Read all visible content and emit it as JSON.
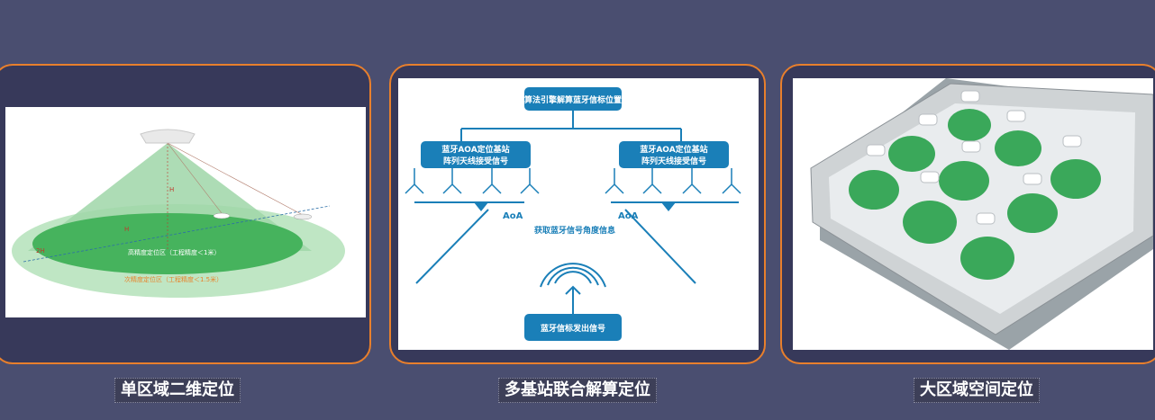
{
  "captions": {
    "single_area": "单区域二维定位",
    "multi_station": "多基站联合解算定位",
    "large_area": "大区域空间定位"
  },
  "diagram1": {
    "label_h": "H",
    "label_2h": "2H",
    "high_precision": "高精度定位区（工程精度＜1米）",
    "low_precision": "次精度定位区（工程精度＜1.5米）"
  },
  "diagram2": {
    "engine": "算法引擎解算蓝牙信标位置",
    "station_left_line1": "蓝牙AOA定位基站",
    "station_left_line2": "阵列天线接受信号",
    "station_right_line1": "蓝牙AOA定位基站",
    "station_right_line2": "阵列天线接受信号",
    "aoa_left": "AoA",
    "aoa_right": "AoA",
    "angle_info": "获取蓝牙信号角度信息",
    "beacon": "蓝牙信标发出信号"
  },
  "colors": {
    "page_bg": "#4a4e70",
    "card_bg": "#37395a",
    "card_border": "#e87f2c",
    "diagram_blue": "#1a7fb8",
    "zone_green": "#3fae5c",
    "label_orange": "#e8832b"
  }
}
